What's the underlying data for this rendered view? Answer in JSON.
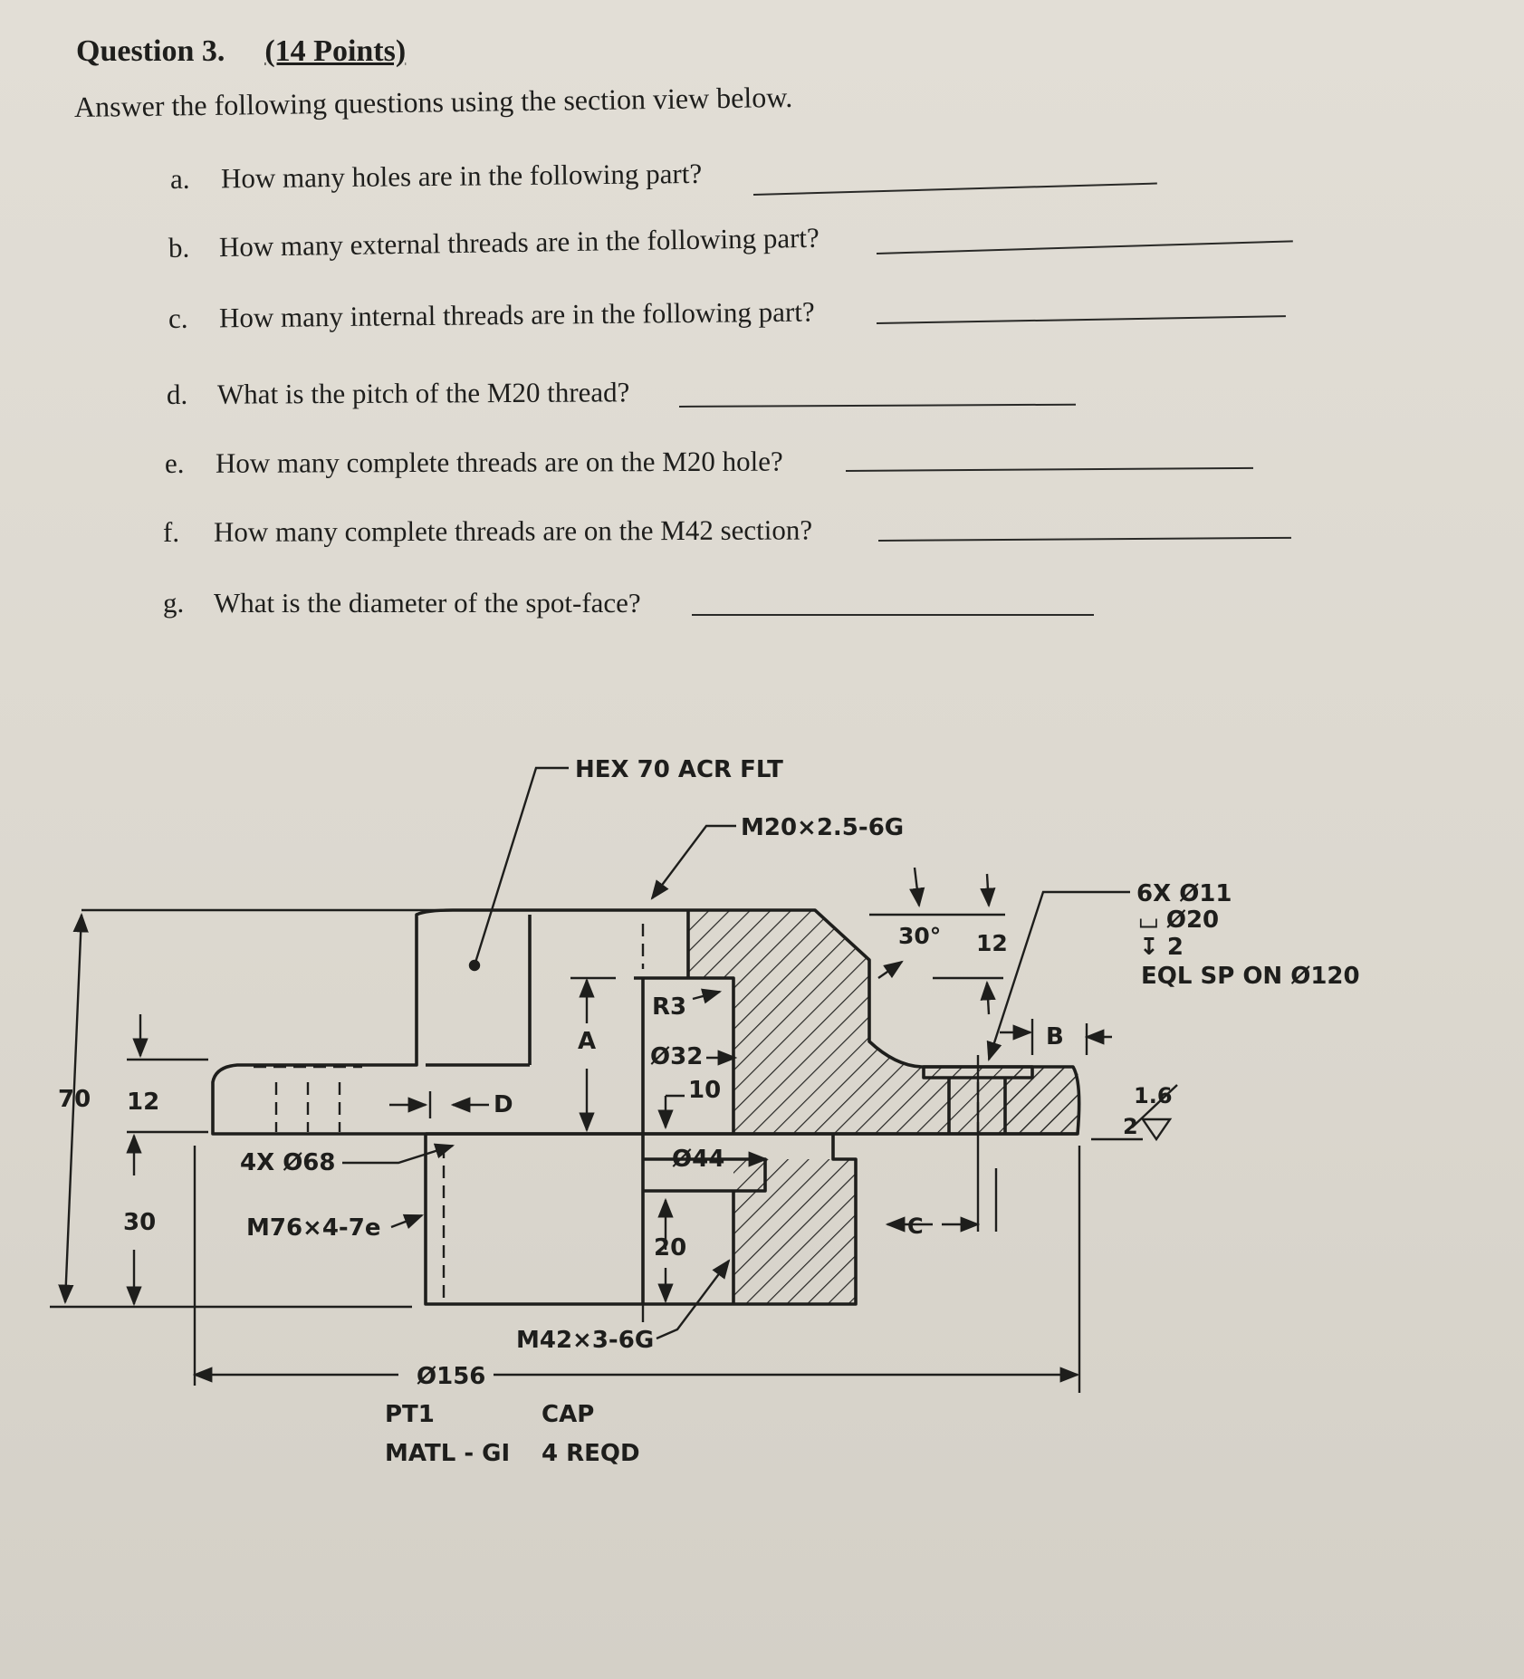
{
  "header": {
    "question_label": "Question 3.",
    "points": "(14 Points)",
    "instructions": "Answer the following questions using the section view below."
  },
  "questions": [
    {
      "letter": "a.",
      "text": "How many holes are in the following part?"
    },
    {
      "letter": "b.",
      "text": "How many external threads are in the following part?"
    },
    {
      "letter": "c.",
      "text": "How many internal threads are in the following part?"
    },
    {
      "letter": "d.",
      "text": "What is the pitch of the M20 thread?"
    },
    {
      "letter": "e.",
      "text": "How many complete threads are on the M20 hole?"
    },
    {
      "letter": "f.",
      "text": "How many complete threads are on the M42 section?"
    },
    {
      "letter": "g.",
      "text": "What is the diameter of the spot-face?"
    }
  ],
  "drawing": {
    "hex_note": "HEX 70 ACR FLT",
    "m20_note": "M20×2.5-6G",
    "hole_note_count": "6X  Ø11",
    "hole_note_cbore": "⌴ Ø20",
    "hole_note_depth": "↧ 2",
    "hole_note_spacing": "EQL SP ON Ø120",
    "finish_value": "1.6",
    "finish_sub": "2",
    "angle": "30°",
    "dim_12_right": "12",
    "dim_70": "70",
    "dim_12_left": "12",
    "dim_30": "30",
    "dim_4x68": "4X Ø68",
    "thread_m76": "M76×4-7e",
    "dim_d": "D",
    "dim_a": "A",
    "dim_r3": "R3",
    "dim_32": "Ø32",
    "dim_10": "10",
    "dim_44": "Ø44",
    "dim_20": "20",
    "dim_b": "B",
    "dim_c": "C",
    "thread_m42": "M42×3-6G",
    "dim_156": "Ø156",
    "title_part": "PT1",
    "title_name": "CAP",
    "title_matl": "MATL - GI",
    "title_qty": "4 REQD"
  }
}
